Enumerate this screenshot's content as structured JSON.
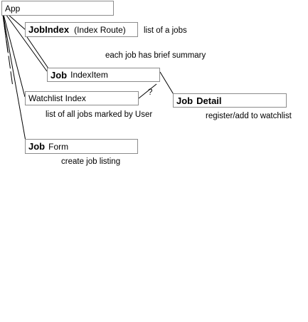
{
  "nodes": {
    "app": {
      "label": "App"
    },
    "job_index": {
      "bold": "JobIndex",
      "sub": "(Index Route)"
    },
    "job_index_item": {
      "bold": "Job",
      "sub": "IndexItem"
    },
    "watchlist_index": {
      "bold": "",
      "sub": "Watchlist Index"
    },
    "job_detail": {
      "bold": "Job",
      "sub": "Detail"
    },
    "job_form": {
      "bold": "Job",
      "sub": "Form"
    }
  },
  "notes": {
    "job_index": "list of a jobs",
    "job_index_item": "each job has brief summary",
    "watchlist_index": "list of all jobs marked by User",
    "job_detail": "register/add to watchlist",
    "job_form": "create job listing",
    "question_mark": "?"
  },
  "colors": {
    "box_border": "#8c8c8c",
    "line": "#000000",
    "text": "#000000"
  }
}
